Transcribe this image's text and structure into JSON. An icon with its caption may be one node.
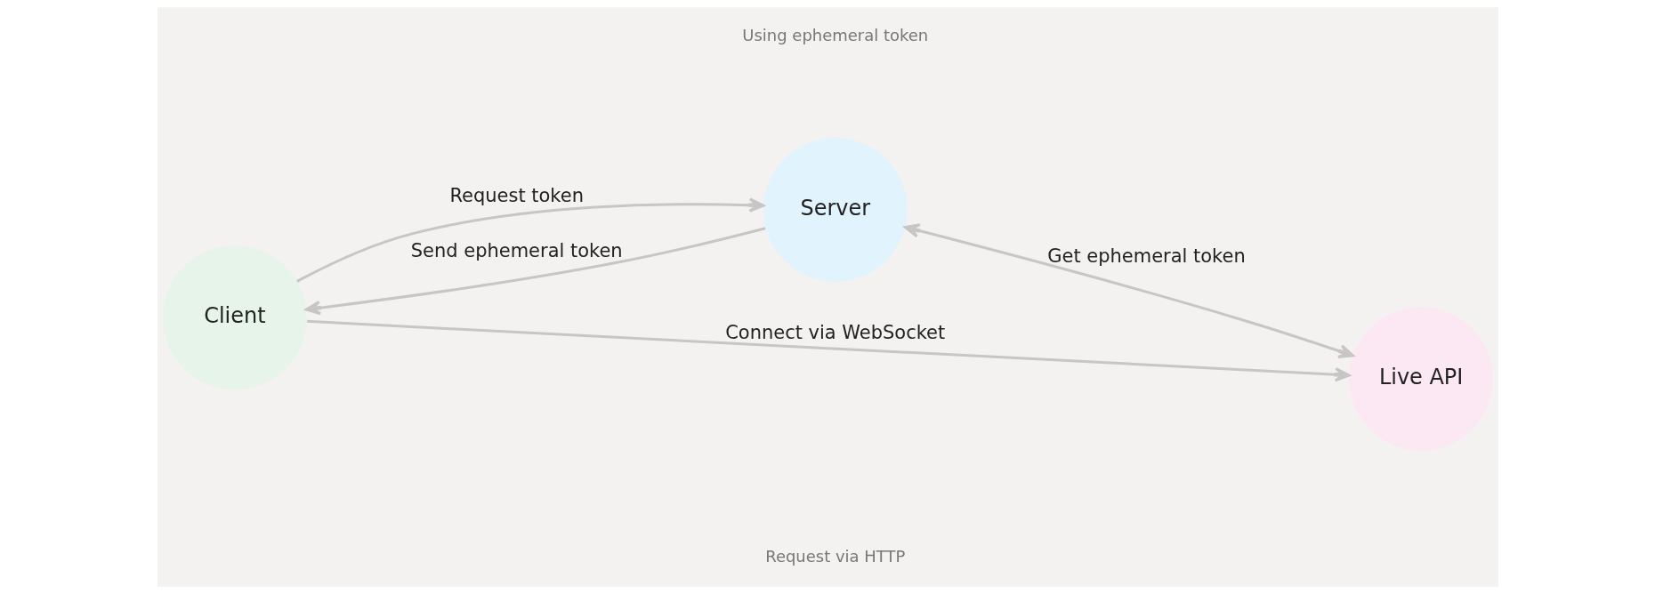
{
  "diagram": {
    "nodes": [
      {
        "text": [
          "Client"
        ]
      },
      {
        "text": [
          "Server"
        ]
      },
      {
        "text": [
          "Live API"
        ]
      }
    ],
    "edges": [
      {
        "from": 0,
        "to": 1,
        "arrow": "to",
        "label": "Request token"
      },
      {
        "from": 1,
        "to": 0,
        "arrow": "to",
        "label": "Send ephemeral token"
      },
      {
        "from": 1,
        "to": 2,
        "arrow": "both",
        "label": "Get ephemeral token"
      },
      {
        "from": 0,
        "to": 2,
        "arrow": "to",
        "label": "Connect via WebSocket"
      }
    ],
    "labels": [
      "Request via HTTP",
      "Using ephemeral token"
    ]
  }
}
